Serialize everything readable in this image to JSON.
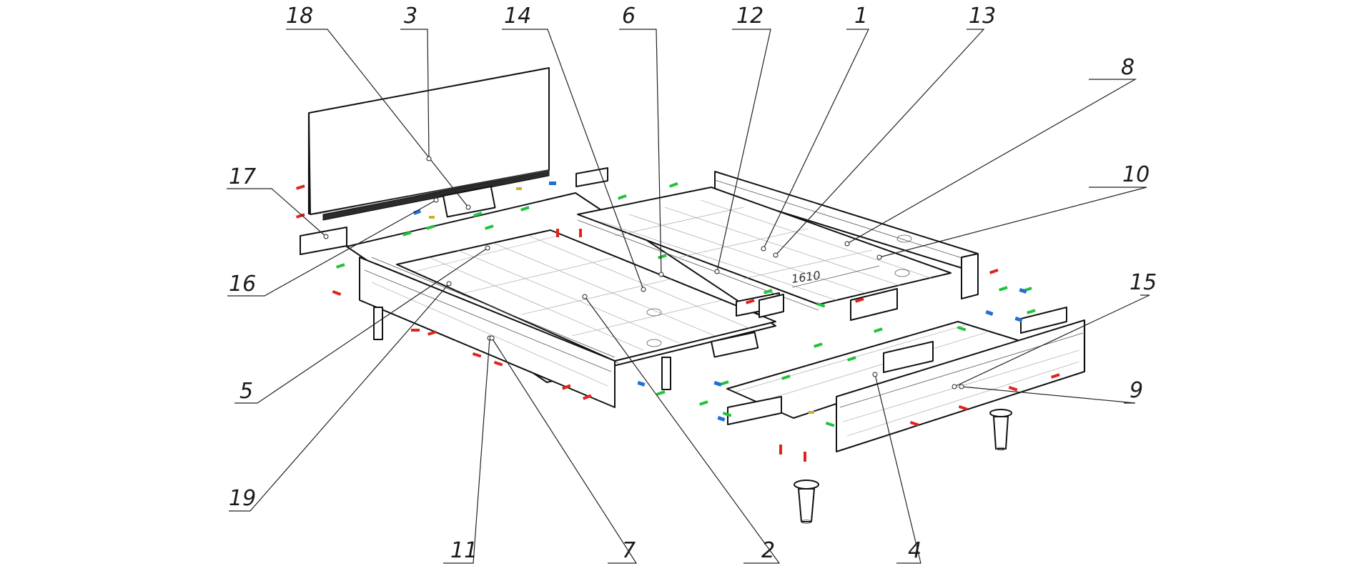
{
  "drawing": {
    "callouts": [
      "1",
      "2",
      "3",
      "4",
      "5",
      "6",
      "7",
      "8",
      "9",
      "10",
      "11",
      "12",
      "13",
      "14",
      "15",
      "16",
      "17",
      "18",
      "19"
    ],
    "dimension_text": "1610",
    "fastener_colors": {
      "red": "#e0241b",
      "green": "#22c23a",
      "blue": "#1f6fd6",
      "yellow": "#c9b227"
    }
  }
}
